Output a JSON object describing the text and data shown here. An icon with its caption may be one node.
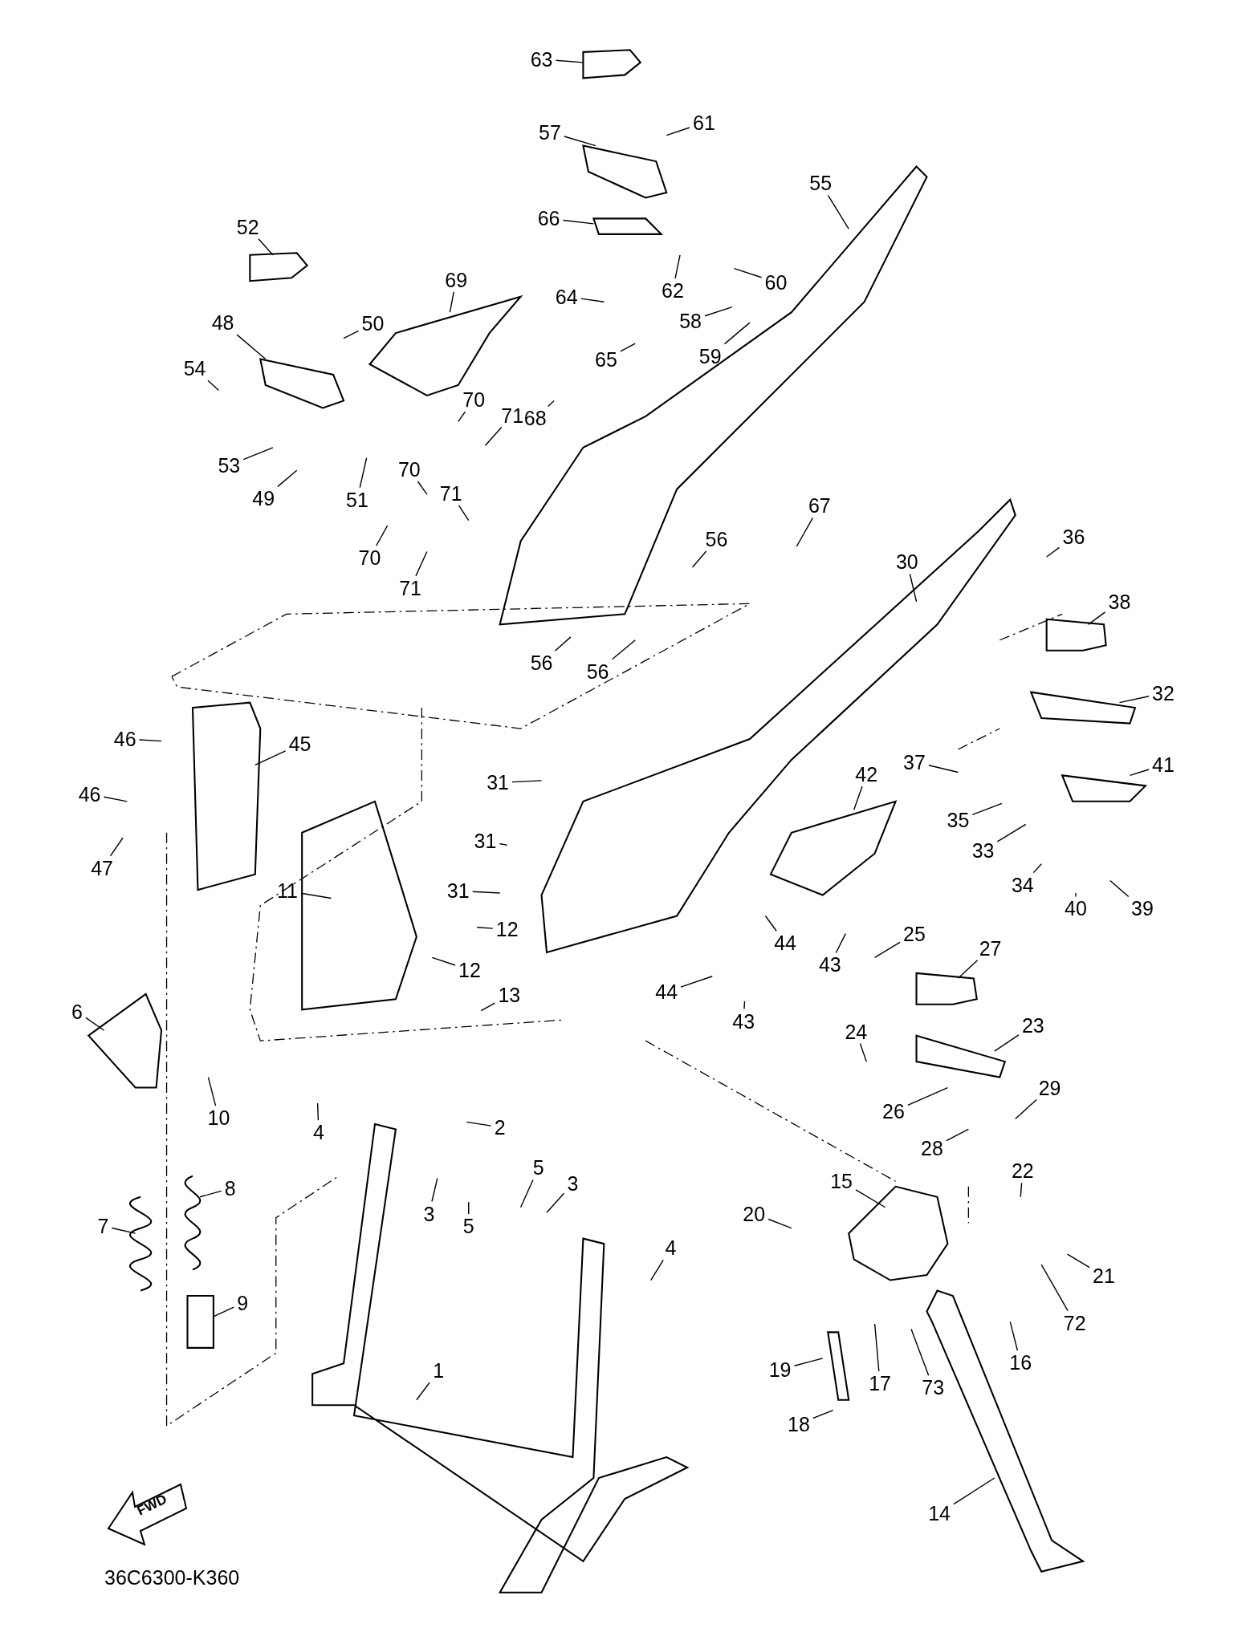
{
  "diagram": {
    "nodes": [
      {
        "text": [
          "63"
        ]
      },
      {
        "text": [
          "61"
        ]
      },
      {
        "text": [
          "57"
        ]
      },
      {
        "text": [
          "55"
        ]
      },
      {
        "text": [
          "66"
        ]
      },
      {
        "text": [
          "62"
        ]
      },
      {
        "text": [
          "60"
        ]
      },
      {
        "text": [
          "52"
        ]
      },
      {
        "text": [
          "69"
        ]
      },
      {
        "text": [
          "64"
        ]
      },
      {
        "text": [
          "58"
        ]
      },
      {
        "text": [
          "59"
        ]
      },
      {
        "text": [
          "48"
        ]
      },
      {
        "text": [
          "50"
        ]
      },
      {
        "text": [
          "54"
        ]
      },
      {
        "text": [
          "65"
        ]
      },
      {
        "text": [
          "70"
        ]
      },
      {
        "text": [
          "71"
        ]
      },
      {
        "text": [
          "68"
        ]
      },
      {
        "text": [
          "53"
        ]
      },
      {
        "text": [
          "49"
        ]
      },
      {
        "text": [
          "51"
        ]
      },
      {
        "text": [
          "70"
        ]
      },
      {
        "text": [
          "71"
        ]
      },
      {
        "text": [
          "70"
        ]
      },
      {
        "text": [
          "71"
        ]
      },
      {
        "text": [
          "67"
        ]
      },
      {
        "text": [
          "56"
        ]
      },
      {
        "text": [
          "36"
        ]
      },
      {
        "text": [
          "30"
        ]
      },
      {
        "text": [
          "38"
        ]
      },
      {
        "text": [
          "56"
        ]
      },
      {
        "text": [
          "56"
        ]
      },
      {
        "text": [
          "32"
        ]
      },
      {
        "text": [
          "46"
        ]
      },
      {
        "text": [
          "45"
        ]
      },
      {
        "text": [
          "37"
        ]
      },
      {
        "text": [
          "41"
        ]
      },
      {
        "text": [
          "42"
        ]
      },
      {
        "text": [
          "31"
        ]
      },
      {
        "text": [
          "46"
        ]
      },
      {
        "text": [
          "35"
        ]
      },
      {
        "text": [
          "33"
        ]
      },
      {
        "text": [
          "47"
        ]
      },
      {
        "text": [
          "31"
        ]
      },
      {
        "text": [
          "34"
        ]
      },
      {
        "text": [
          "40"
        ]
      },
      {
        "text": [
          "39"
        ]
      },
      {
        "text": [
          "11"
        ]
      },
      {
        "text": [
          "31"
        ]
      },
      {
        "text": [
          "12"
        ]
      },
      {
        "text": [
          "44"
        ]
      },
      {
        "text": [
          "43"
        ]
      },
      {
        "text": [
          "25"
        ]
      },
      {
        "text": [
          "27"
        ]
      },
      {
        "text": [
          "12"
        ]
      },
      {
        "text": [
          "13"
        ]
      },
      {
        "text": [
          "44"
        ]
      },
      {
        "text": [
          "43"
        ]
      },
      {
        "text": [
          "23"
        ]
      },
      {
        "text": [
          "6"
        ]
      },
      {
        "text": [
          "24"
        ]
      },
      {
        "text": [
          "29"
        ]
      },
      {
        "text": [
          "26"
        ]
      },
      {
        "text": [
          "10"
        ]
      },
      {
        "text": [
          "4"
        ]
      },
      {
        "text": [
          "2"
        ]
      },
      {
        "text": [
          "28"
        ]
      },
      {
        "text": [
          "22"
        ]
      },
      {
        "text": [
          "8"
        ]
      },
      {
        "text": [
          "15"
        ]
      },
      {
        "text": [
          "3"
        ]
      },
      {
        "text": [
          "5"
        ]
      },
      {
        "text": [
          "3"
        ]
      },
      {
        "text": [
          "20"
        ]
      },
      {
        "text": [
          "7"
        ]
      },
      {
        "text": [
          "5"
        ]
      },
      {
        "text": [
          "4"
        ]
      },
      {
        "text": [
          "21"
        ]
      },
      {
        "text": [
          "72"
        ]
      },
      {
        "text": [
          "9"
        ]
      },
      {
        "text": [
          "16"
        ]
      },
      {
        "text": [
          "17"
        ]
      },
      {
        "text": [
          "73"
        ]
      },
      {
        "text": [
          "19"
        ]
      },
      {
        "text": [
          "1"
        ]
      },
      {
        "text": [
          "18"
        ]
      },
      {
        "text": [
          "14"
        ]
      }
    ],
    "edges": [
      {
        "from": 0,
        "to": null,
        "arrow": "none"
      },
      {
        "from": 1,
        "to": null,
        "arrow": "none"
      },
      {
        "from": 2,
        "to": null,
        "arrow": "none"
      },
      {
        "from": 3,
        "to": null,
        "arrow": "none"
      },
      {
        "from": 4,
        "to": null,
        "arrow": "none"
      },
      {
        "from": 5,
        "to": null,
        "arrow": "none"
      },
      {
        "from": 6,
        "to": null,
        "arrow": "none"
      },
      {
        "from": 7,
        "to": null,
        "arrow": "none"
      },
      {
        "from": 8,
        "to": null,
        "arrow": "none"
      },
      {
        "from": 9,
        "to": null,
        "arrow": "none"
      },
      {
        "from": 10,
        "to": null,
        "arrow": "none"
      },
      {
        "from": 11,
        "to": null,
        "arrow": "none"
      },
      {
        "from": 12,
        "to": null,
        "arrow": "none"
      },
      {
        "from": 13,
        "to": null,
        "arrow": "none"
      },
      {
        "from": 14,
        "to": null,
        "arrow": "none"
      },
      {
        "from": 15,
        "to": null,
        "arrow": "none"
      },
      {
        "from": 16,
        "to": null,
        "arrow": "none"
      },
      {
        "from": 17,
        "to": null,
        "arrow": "none"
      },
      {
        "from": 18,
        "to": null,
        "arrow": "none"
      },
      {
        "from": 19,
        "to": null,
        "arrow": "none"
      },
      {
        "from": 20,
        "to": null,
        "arrow": "none"
      },
      {
        "from": 21,
        "to": null,
        "arrow": "none"
      },
      {
        "from": 22,
        "to": null,
        "arrow": "none"
      },
      {
        "from": 23,
        "to": null,
        "arrow": "none"
      },
      {
        "from": 24,
        "to": null,
        "arrow": "none"
      },
      {
        "from": 25,
        "to": null,
        "arrow": "none"
      },
      {
        "from": 26,
        "to": null,
        "arrow": "none"
      },
      {
        "from": 27,
        "to": null,
        "arrow": "none"
      },
      {
        "from": 28,
        "to": null,
        "arrow": "none"
      },
      {
        "from": 29,
        "to": null,
        "arrow": "none"
      },
      {
        "from": 30,
        "to": null,
        "arrow": "none"
      },
      {
        "from": 31,
        "to": null,
        "arrow": "none"
      },
      {
        "from": 32,
        "to": null,
        "arrow": "none"
      },
      {
        "from": 33,
        "to": null,
        "arrow": "none"
      },
      {
        "from": 34,
        "to": null,
        "arrow": "none"
      },
      {
        "from": 35,
        "to": null,
        "arrow": "none"
      },
      {
        "from": 36,
        "to": null,
        "arrow": "none"
      },
      {
        "from": 37,
        "to": null,
        "arrow": "none"
      },
      {
        "from": 38,
        "to": null,
        "arrow": "none"
      },
      {
        "from": 39,
        "to": null,
        "arrow": "none"
      },
      {
        "from": 40,
        "to": null,
        "arrow": "none"
      },
      {
        "from": 41,
        "to": null,
        "arrow": "none"
      },
      {
        "from": 42,
        "to": null,
        "arrow": "none"
      },
      {
        "from": 43,
        "to": null,
        "arrow": "none"
      },
      {
        "from": 44,
        "to": null,
        "arrow": "none"
      },
      {
        "from": 45,
        "to": null,
        "arrow": "none"
      },
      {
        "from": 46,
        "to": null,
        "arrow": "none"
      },
      {
        "from": 47,
        "to": null,
        "arrow": "none"
      },
      {
        "from": 48,
        "to": null,
        "arrow": "none"
      },
      {
        "from": 49,
        "to": null,
        "arrow": "none"
      },
      {
        "from": 50,
        "to": null,
        "arrow": "none"
      },
      {
        "from": 51,
        "to": null,
        "arrow": "none"
      },
      {
        "from": 52,
        "to": null,
        "arrow": "none"
      },
      {
        "from": 53,
        "to": null,
        "arrow": "none"
      },
      {
        "from": 54,
        "to": null,
        "arrow": "none"
      },
      {
        "from": 55,
        "to": null,
        "arrow": "none"
      },
      {
        "from": 56,
        "to": null,
        "arrow": "none"
      },
      {
        "from": 57,
        "to": null,
        "arrow": "none"
      },
      {
        "from": 58,
        "to": null,
        "arrow": "none"
      },
      {
        "from": 59,
        "to": null,
        "arrow": "none"
      },
      {
        "from": 60,
        "to": null,
        "arrow": "none"
      },
      {
        "from": 61,
        "to": null,
        "arrow": "none"
      },
      {
        "from": 62,
        "to": null,
        "arrow": "none"
      },
      {
        "from": 63,
        "to": null,
        "arrow": "none"
      },
      {
        "from": 64,
        "to": null,
        "arrow": "none"
      },
      {
        "from": 65,
        "to": null,
        "arrow": "none"
      },
      {
        "from": 66,
        "to": null,
        "arrow": "none"
      },
      {
        "from": 67,
        "to": null,
        "arrow": "none"
      },
      {
        "from": 68,
        "to": null,
        "arrow": "none"
      },
      {
        "from": 69,
        "to": null,
        "arrow": "none"
      },
      {
        "from": 70,
        "to": null,
        "arrow": "none"
      },
      {
        "from": 71,
        "to": null,
        "arrow": "none"
      },
      {
        "from": 72,
        "to": null,
        "arrow": "none"
      },
      {
        "from": 73,
        "to": null,
        "arrow": "none"
      },
      {
        "from": 74,
        "to": null,
        "arrow": "none"
      },
      {
        "from": 75,
        "to": null,
        "arrow": "none"
      },
      {
        "from": 76,
        "to": null,
        "arrow": "none"
      },
      {
        "from": 77,
        "to": null,
        "arrow": "none"
      },
      {
        "from": 78,
        "to": null,
        "arrow": "none"
      },
      {
        "from": 79,
        "to": null,
        "arrow": "none"
      },
      {
        "from": 80,
        "to": null,
        "arrow": "none"
      },
      {
        "from": 81,
        "to": null,
        "arrow": "none"
      },
      {
        "from": 82,
        "to": null,
        "arrow": "none"
      },
      {
        "from": 83,
        "to": null,
        "arrow": "none"
      },
      {
        "from": 84,
        "to": null,
        "arrow": "none"
      },
      {
        "from": 85,
        "to": null,
        "arrow": "none"
      },
      {
        "from": 86,
        "to": null,
        "arrow": "none"
      },
      {
        "from": 87,
        "to": null,
        "arrow": "none"
      }
    ],
    "labels": [
      "FWD",
      "36C6300-K360"
    ]
  }
}
